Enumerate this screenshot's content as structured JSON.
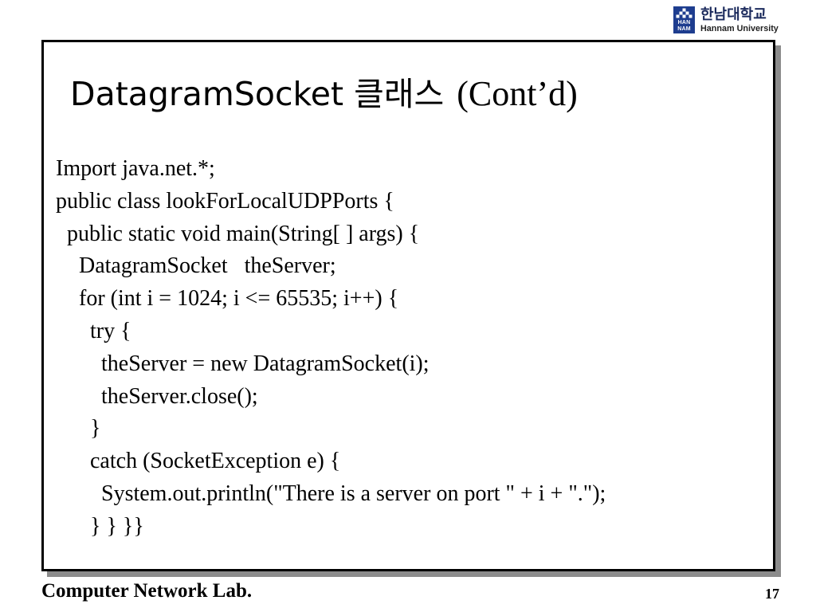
{
  "header": {
    "logo": {
      "mark_text": [
        "HAN",
        "NAM"
      ],
      "name_korean": "한남대학교",
      "name_english": "Hannam University",
      "icon": "hannam-emblem-icon"
    }
  },
  "slide": {
    "title_main": "DatagramSocket 클래스",
    "title_suffix": "(Cont’d)",
    "code_lines": [
      "Import java.net.*;",
      "public class lookForLocalUDPPorts {",
      "public static void main(String[ ] args) {",
      "DatagramSocket   theServer;",
      "for (int i = 1024; i <= 65535; i++) {",
      "try {",
      "theServer = new DatagramSocket(i);",
      "theServer.close();",
      "}",
      "catch (SocketException e) {",
      "System.out.println(\"There is a server on port \" + i + \".\");",
      "} } }}"
    ]
  },
  "footer": {
    "lab_name": "Computer Network Lab.",
    "page_number": "17"
  },
  "colors": {
    "brand_blue": "#1e3d8f",
    "logo_text": "#1b2a5c",
    "frame_border": "#000000",
    "frame_shadow": "#8c8c8c",
    "text": "#000000"
  }
}
